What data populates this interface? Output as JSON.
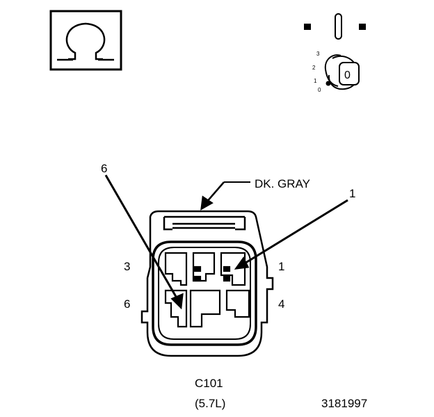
{
  "symbols": {
    "ohm_icon": "ohmmeter-symbol",
    "ignition_icon": "ignition-switch-off"
  },
  "ignition": {
    "positions": [
      "3",
      "2",
      "1",
      "0"
    ],
    "key_label": "0"
  },
  "connector": {
    "wire_color_label": "DK. GRAY",
    "pin_callouts": {
      "top_left": "6",
      "top_right": "1"
    },
    "side_labels": {
      "row1_left": "3",
      "row2_left": "6",
      "row1_right": "1",
      "row2_right": "4"
    },
    "name": "C101",
    "variant": "(5.7L)"
  },
  "figure_id": "3181997"
}
